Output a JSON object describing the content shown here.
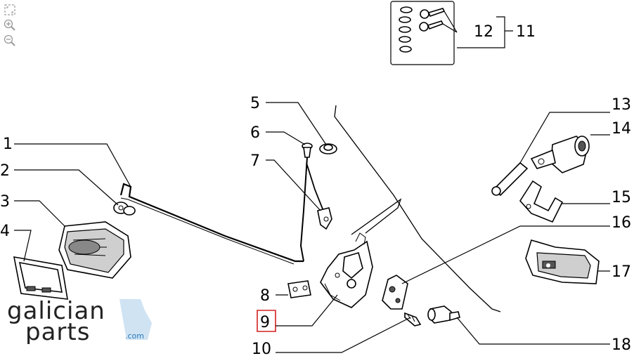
{
  "toolbar": {
    "tools": [
      {
        "name": "fit-screen-icon"
      },
      {
        "name": "zoom-in-icon"
      },
      {
        "name": "zoom-out-icon"
      }
    ]
  },
  "callouts": {
    "c1": "1",
    "c2": "2",
    "c3": "3",
    "c4": "4",
    "c5": "5",
    "c6": "6",
    "c7": "7",
    "c8": "8",
    "c9": "9",
    "c10": "10",
    "c11": "11",
    "c12": "12",
    "c13": "13",
    "c14": "14",
    "c15": "15",
    "c16": "16",
    "c17": "17",
    "c18": "18"
  },
  "selected_callout": "9",
  "logo": {
    "line1": "galician",
    "line2": "parts",
    "suffix": ".com"
  },
  "colors": {
    "highlight": "#d32020",
    "logo_accent": "#cfe3f3"
  }
}
